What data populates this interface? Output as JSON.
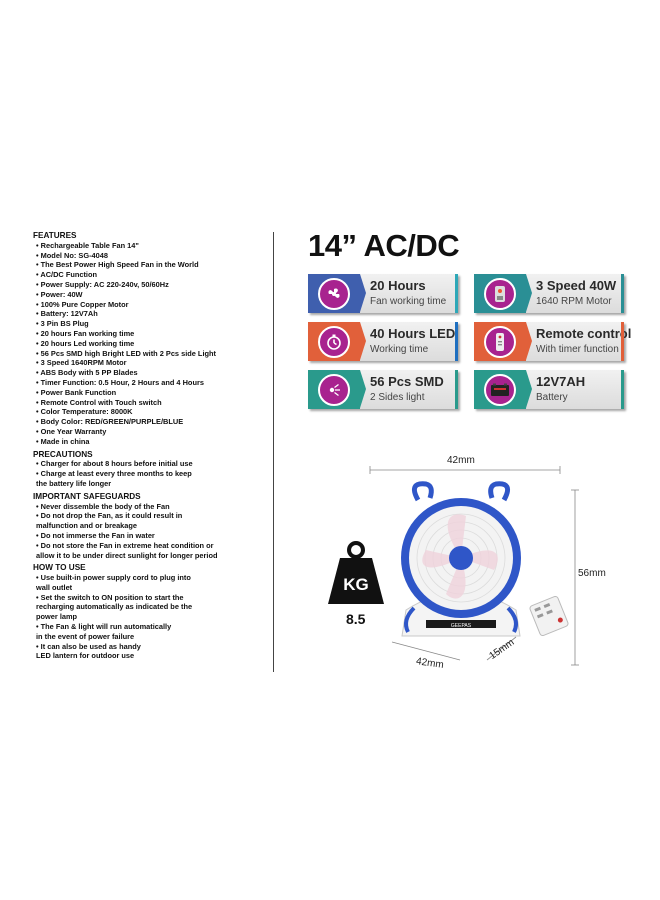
{
  "features": {
    "title": "FEATURES",
    "items": [
      "• Rechargeable Table Fan 14\"",
      "• Model No: SG-4048",
      "• The Best Power High Speed Fan in the World",
      "• AC/DC Function",
      "• Power Supply: AC 220-240v, 50/60Hz",
      "• Power: 40W",
      "• 100% Pure Copper Motor",
      "• Battery: 12V7Ah",
      "• 3 Pin BS Plug",
      "• 20 hours Fan working time",
      "• 20 hours Led working time",
      "• 56 Pcs SMD high Bright LED with 2 Pcs side Light",
      "• 3 Speed 1640RPM Motor",
      "• ABS Body with  5 PP Blades",
      "• Timer Function: 0.5 Hour, 2 Hours and 4 Hours",
      "• Power Bank Function",
      "• Remote Control with Touch switch",
      "• Color Temperature: 8000K",
      "• Body Color: RED/GREEN/PURPLE/BLUE",
      "• One Year Warranty",
      "• Made in china"
    ]
  },
  "precautions": {
    "title": "PRECAUTIONS",
    "items": [
      " • Charger for about 8 hours before initial use",
      " • Charge at least every three months to keep",
      "the battery life longer"
    ]
  },
  "safeguards": {
    "title": "IMPORTANT SAFEGUARDS",
    "items": [
      " • Never dissemble the body of the Fan",
      " • Do not drop the Fan, as it could result in",
      "malfunction and or breakage",
      " • Do not immerse the Fan in water",
      " • Do not store the Fan in extreme heat condition or",
      "allow it to be under direct sunlight for longer period"
    ]
  },
  "howto": {
    "title": "HOW TO USE",
    "items": [
      " • Use built-in power supply cord to  plug into",
      "wall outlet",
      " • Set the switch to ON position to start the",
      "recharging automatically as indicated be the",
      "power lamp",
      " • The Fan & light will run automatically",
      "in the event of power failure",
      " • It can also be used as handy",
      "LED lantern for outdoor use"
    ]
  },
  "headline": "14” AC/DC",
  "cards": [
    {
      "title": "20 Hours",
      "subtitle": "Fan working time",
      "color": "#3f5fae",
      "edge": "#2ea8b8",
      "icon": "fan-icon"
    },
    {
      "title": "3 Speed 40W",
      "subtitle": "1640 RPM Motor",
      "color": "#2a8f95",
      "edge": "#2a8f95",
      "icon": "motor-icon"
    },
    {
      "title": "40 Hours LED",
      "subtitle": "Working time",
      "color": "#e1603a",
      "edge": "#1e6fc0",
      "icon": "timer-icon"
    },
    {
      "title": "Remote control",
      "subtitle": "With timer function",
      "color": "#e1603a",
      "edge": "#e1603a",
      "icon": "remote-icon"
    },
    {
      "title": "56 Pcs SMD",
      "subtitle": "2 Sides light",
      "color": "#2a9a8c",
      "edge": "#2a9a8c",
      "icon": "led-icon"
    },
    {
      "title": "12V7AH",
      "subtitle": "Battery",
      "color": "#2a9a8c",
      "edge": "#2a9a8c",
      "icon": "battery-icon"
    }
  ],
  "dimensions": {
    "width_top": "42mm",
    "height": "56mm",
    "base_width": "42mm",
    "depth": "15mm"
  },
  "weight": {
    "label": "KG",
    "value": "8.5"
  },
  "fan_brand": "GEEPAS"
}
